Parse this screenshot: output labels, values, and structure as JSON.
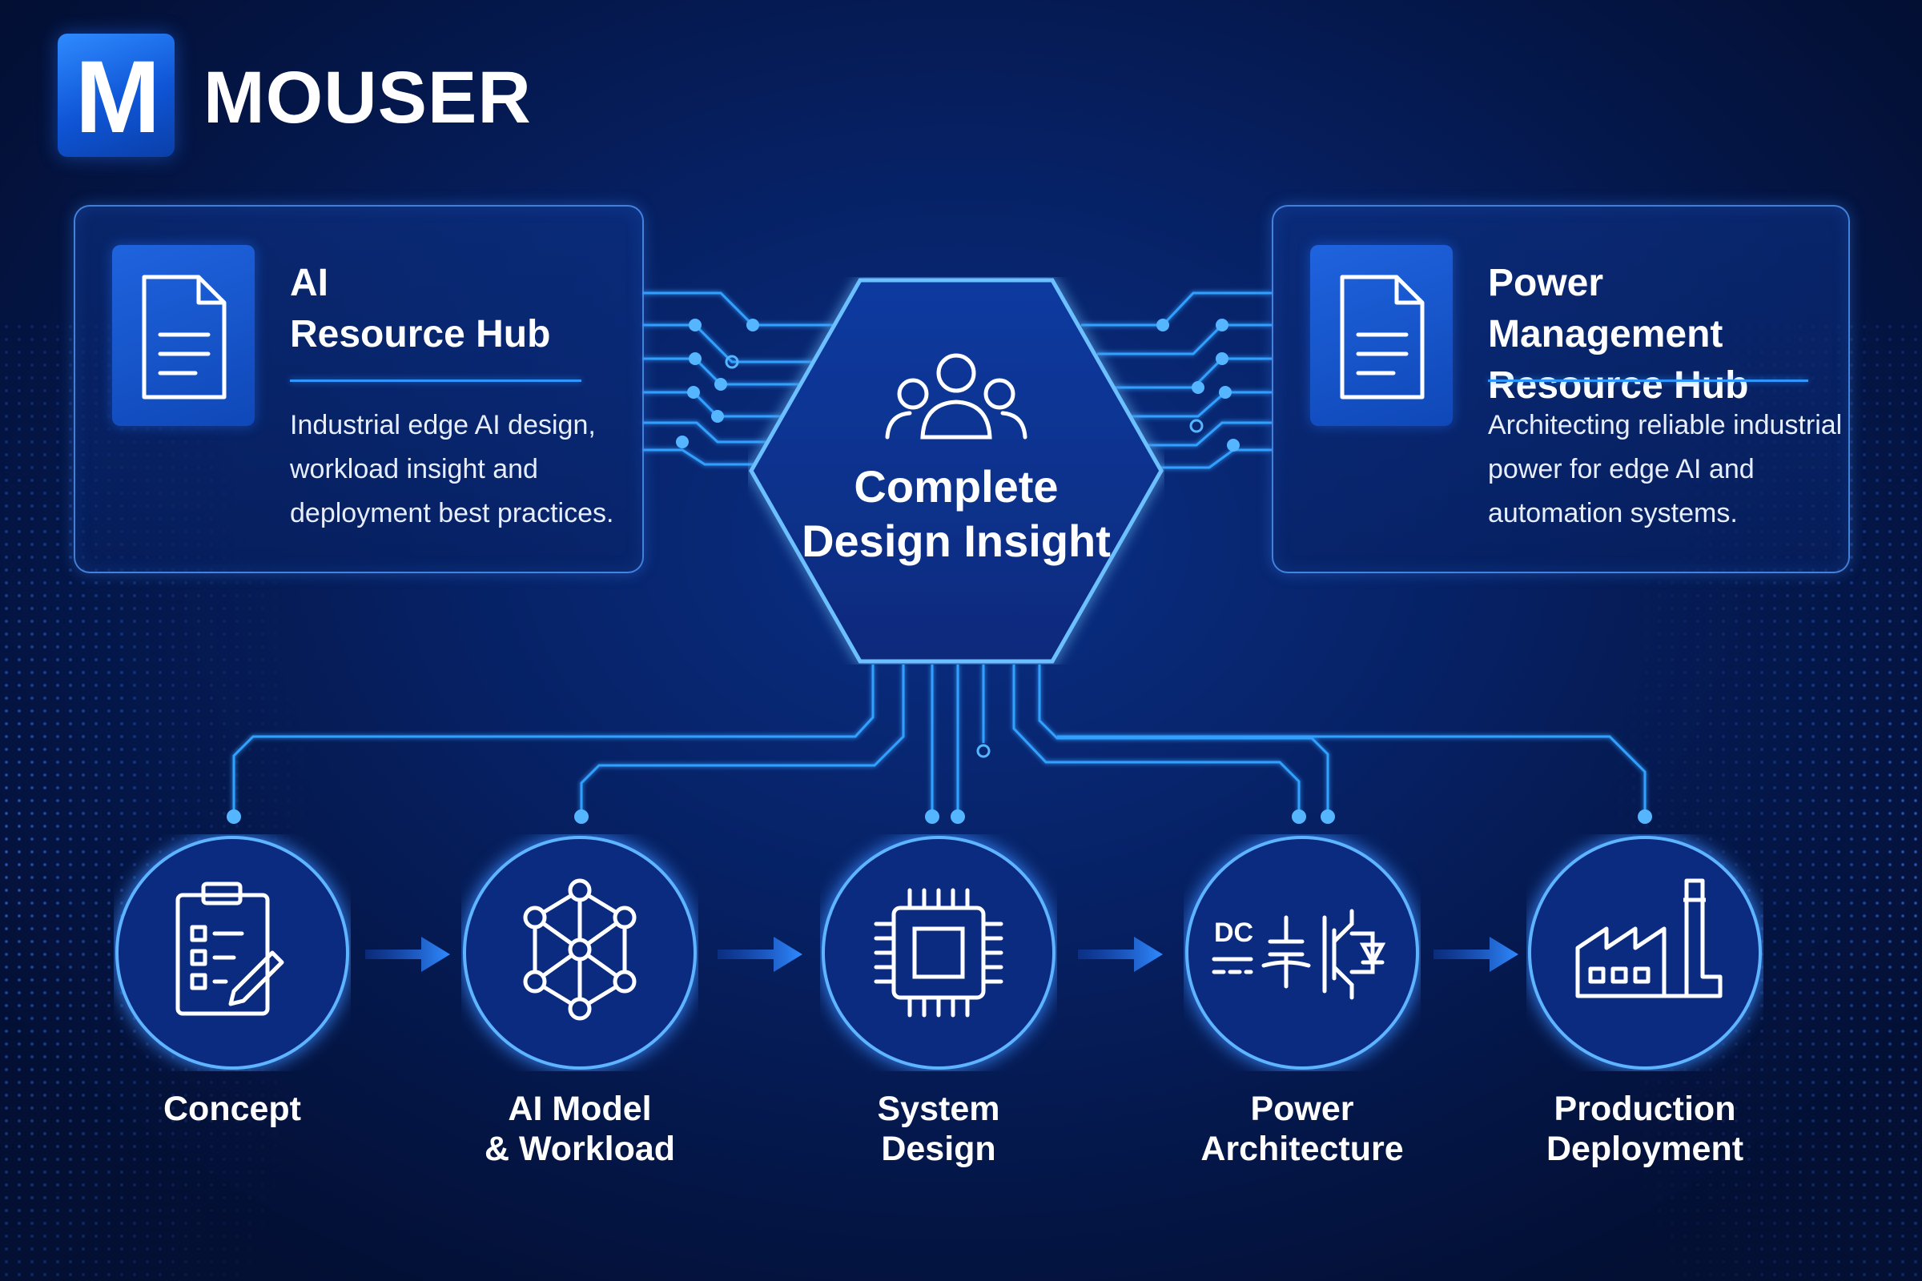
{
  "brand": {
    "logo_letter": "M",
    "name": "MOUSER"
  },
  "hub_cards": [
    {
      "title_lines": [
        "AI",
        "Resource Hub"
      ],
      "description_lines": [
        "Industrial edge AI design,",
        "workload insight and",
        "deployment best practices."
      ],
      "icon": "document-icon"
    },
    {
      "title_lines": [
        "Power Management",
        "Resource Hub"
      ],
      "description_lines": [
        "Architecting reliable industrial",
        "power for edge AI and",
        "automation systems."
      ],
      "icon": "document-icon"
    }
  ],
  "center": {
    "title_lines": [
      "Complete",
      "Design Insight"
    ],
    "icon": "people-group-icon"
  },
  "stages": [
    {
      "label_lines": [
        "Concept"
      ],
      "icon": "clipboard-checklist-icon"
    },
    {
      "label_lines": [
        "AI Model",
        "& Workload"
      ],
      "icon": "neural-network-icon"
    },
    {
      "label_lines": [
        "System",
        "Design"
      ],
      "icon": "chip-icon"
    },
    {
      "label_lines": [
        "Power",
        "Architecture"
      ],
      "icon": "power-circuit-icon",
      "icon_text": "DC"
    },
    {
      "label_lines": [
        "Production",
        "Deployment"
      ],
      "icon": "factory-icon"
    }
  ],
  "colors": {
    "background": "#062062",
    "accent": "#2f95ff",
    "glow": "#4aa3ff",
    "arrow": "#2b7bff",
    "text": "#ffffff"
  }
}
